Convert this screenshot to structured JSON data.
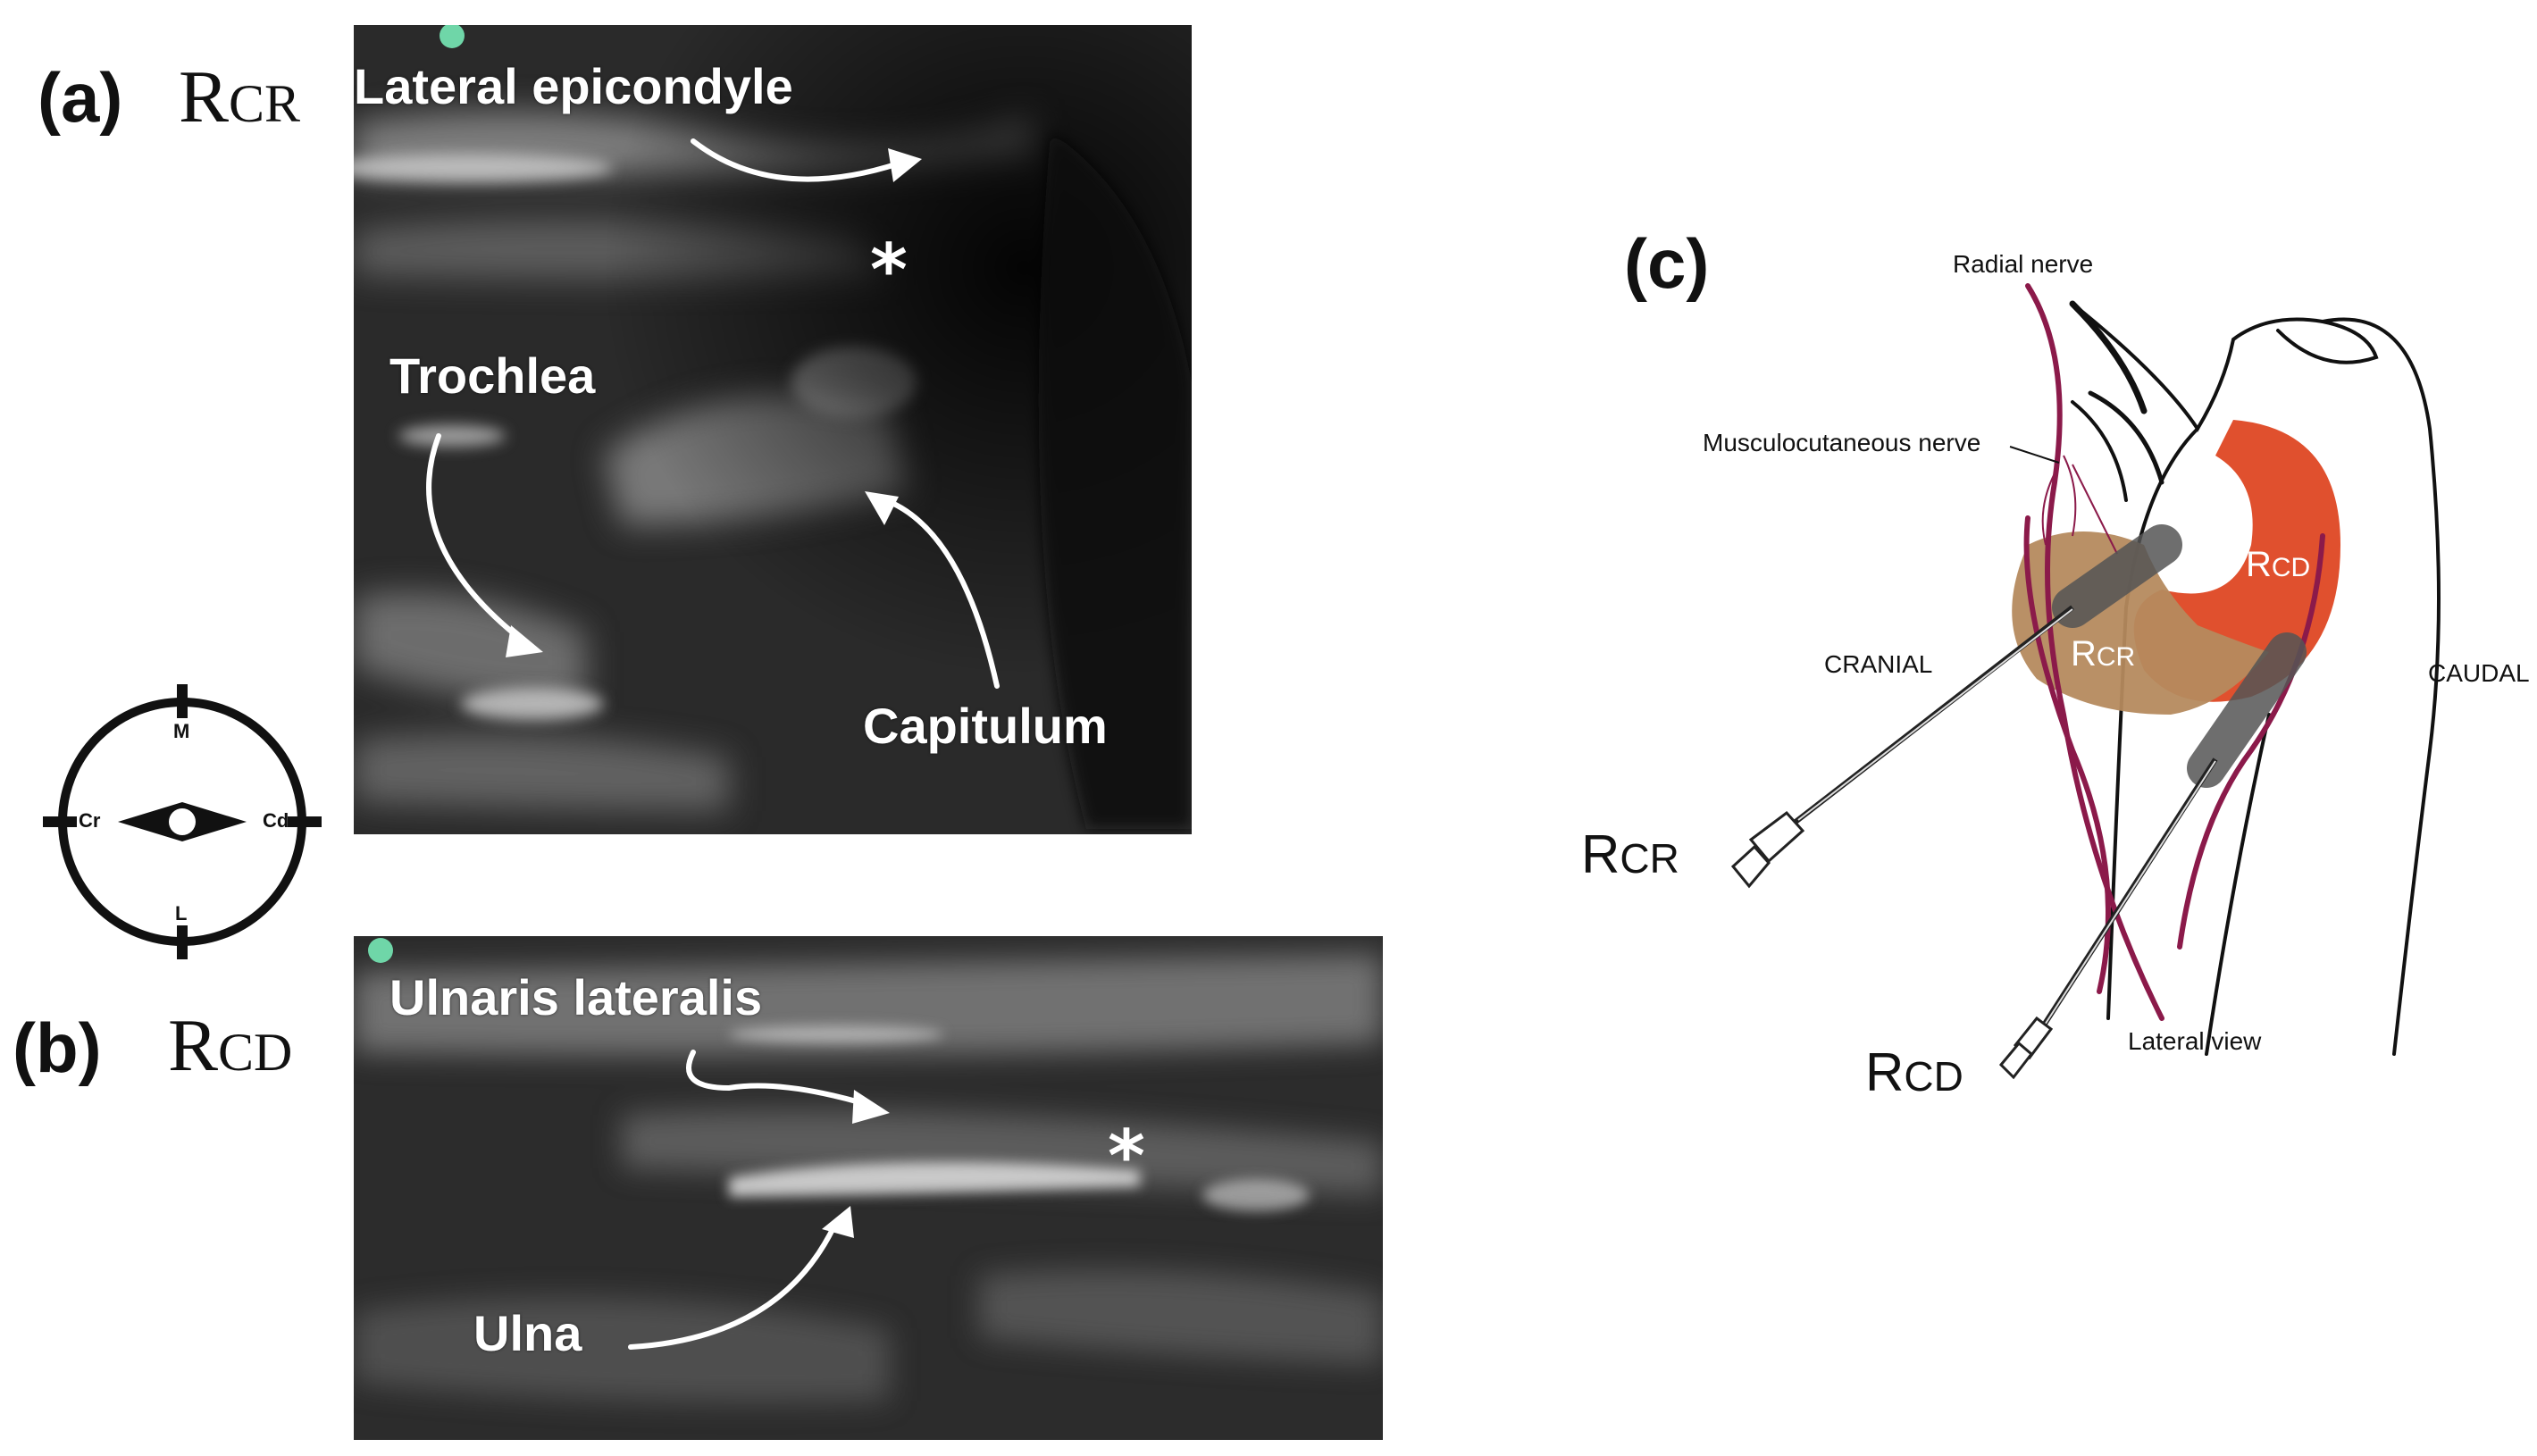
{
  "panel_a": {
    "letter": "(a)",
    "approach_main": "R",
    "approach_sub": "CR",
    "labels": {
      "lateral_epicondyle": "Lateral epicondyle",
      "trochlea": "Trochlea",
      "capitulum": "Capitulum",
      "asterisk": "*"
    }
  },
  "compass": {
    "top": "M",
    "bottom": "L",
    "left": "Cr",
    "right": "Cd"
  },
  "panel_b": {
    "letter": "(b)",
    "approach_main": "R",
    "approach_sub": "CD",
    "labels": {
      "ulnaris_lateralis": "Ulnaris lateralis",
      "ulna": "Ulna",
      "asterisk": "*"
    }
  },
  "panel_c": {
    "letter": "(c)",
    "radial_nerve": "Radial nerve",
    "musculocutaneous_nerve": "Musculocutaneous nerve",
    "cranial": "CRANIAL",
    "caudal": "CAUDAL",
    "lateral_view": "Lateral view",
    "rcr_main": "R",
    "rcr_sub": "CR",
    "rcd_main": "R",
    "rcd_sub": "CD",
    "inner_rcr_main": "R",
    "inner_rcr_sub": "CR",
    "inner_rcd_main": "R",
    "inner_rcd_sub": "CD"
  },
  "colors": {
    "rcr_region": "#b58a5e",
    "rcd_region": "#e0502e",
    "nerve": "#8b1a4a",
    "marker": "#6fd6a8"
  }
}
